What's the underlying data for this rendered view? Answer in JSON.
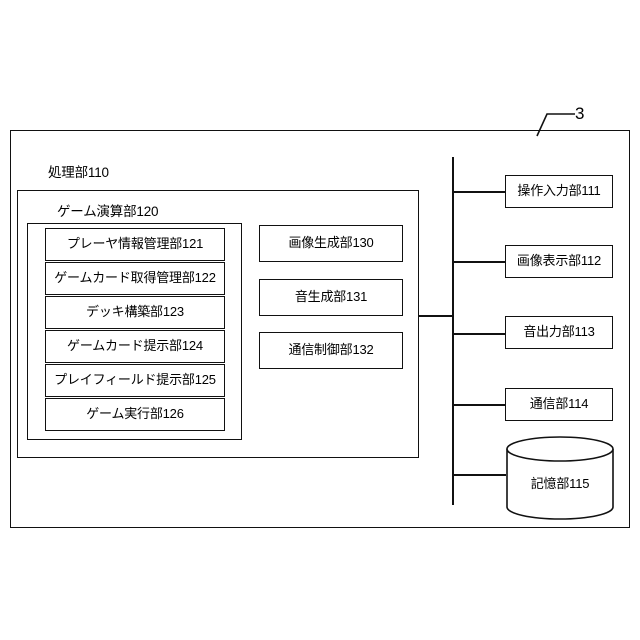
{
  "diagram": {
    "reference_number": "3",
    "outer_frame": {
      "name": "terminal-device-frame"
    },
    "processing_unit": {
      "label": "処理部110",
      "game_calc_unit": {
        "label": "ゲーム演算部120",
        "items": [
          {
            "label": "プレーヤ情報管理部121"
          },
          {
            "label": "ゲームカード取得管理部122"
          },
          {
            "label": "デッキ構築部123"
          },
          {
            "label": "ゲームカード提示部124"
          },
          {
            "label": "プレイフィールド提示部125"
          },
          {
            "label": "ゲーム実行部126"
          }
        ]
      },
      "generators": [
        {
          "label": "画像生成部130"
        },
        {
          "label": "音生成部131"
        },
        {
          "label": "通信制御部132"
        }
      ]
    },
    "peripherals": [
      {
        "label": "操作入力部111",
        "shape": "rect"
      },
      {
        "label": "画像表示部112",
        "shape": "rect"
      },
      {
        "label": "音出力部113",
        "shape": "rect"
      },
      {
        "label": "通信部114",
        "shape": "rect"
      },
      {
        "label": "記憶部115",
        "shape": "cylinder"
      }
    ],
    "colors": {
      "stroke": "#111111",
      "background": "#ffffff",
      "text": "#000000"
    }
  }
}
